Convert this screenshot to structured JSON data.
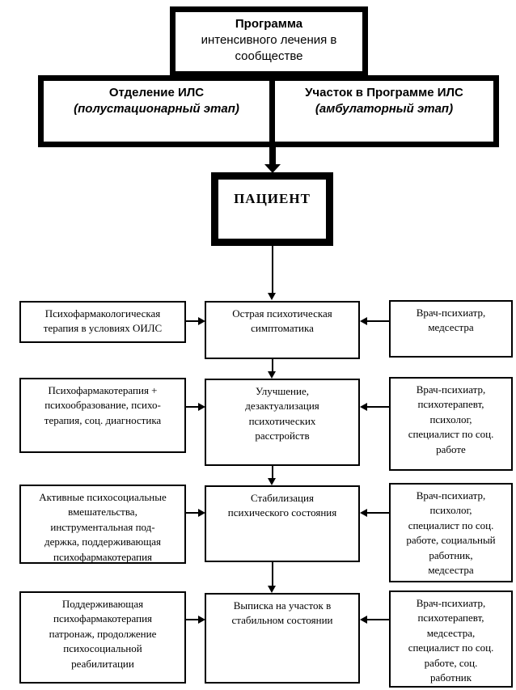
{
  "colors": {
    "line": "#000000",
    "background": "#ffffff"
  },
  "program_box": {
    "title": "Программа",
    "subtitle": "интенсивного лечения в\nсообществе"
  },
  "department_box": {
    "title": "Отделение ИЛС",
    "stage": "(полустационарный этап)"
  },
  "site_box": {
    "title": "Участок в Программе ИЛС",
    "stage": "(амбулаторный этап)"
  },
  "patient_box": {
    "label": "ПАЦИЕНТ"
  },
  "stages": [
    {
      "intervention": "Психофармакологическая\nтерапия в условиях ОИЛС",
      "state": "Острая психотическая\nсимптоматика",
      "team": "Врач-психиатр,\nмедсестра"
    },
    {
      "intervention": "Психофармакотерапия +\nпсихообразование, психо-\nтерапия, соц. диагностика",
      "state": "Улучшение,\nдезактуализация\nпсихотических\nрасстройств",
      "team": "Врач-психиатр,\nпсихотерапевт,\nпсихолог,\nспециалист по соц.\nработе"
    },
    {
      "intervention": "Активные психосоциальные\nвмешательства,\nинструментальная под-\nдержка, поддерживающая\nпсихофармакотерапия",
      "state": "Стабилизация\nпсихического состояния",
      "team": "Врач-психиатр,\nпсихолог,\nспециалист по соц.\nработе, социальный\nработник,\nмедсестра"
    },
    {
      "intervention": "Поддерживающая\nпсихофармакотерапия\nпатронаж, продолжение\nпсихосоциальной\nреабилитации",
      "state": "Выписка на участок в\nстабильном состоянии",
      "team": "Врач-психиатр,\nпсихотерапевт,\nмедсестра,\nспециалист по соц.\nработе, соц.\nработник"
    }
  ]
}
